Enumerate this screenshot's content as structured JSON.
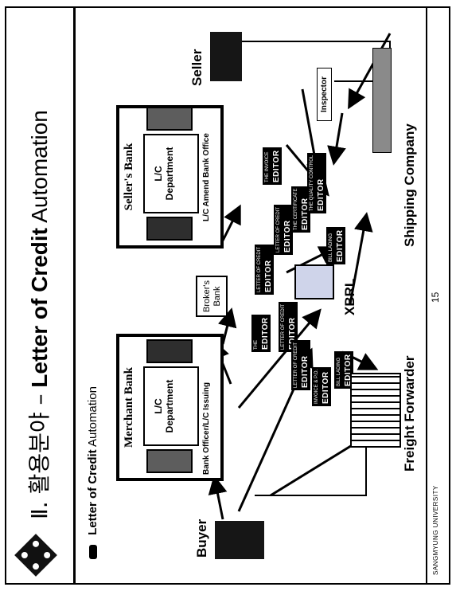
{
  "slide": {
    "title_prefix": "Ⅱ. 활용분야 –",
    "title_bold": "Letter of Credit",
    "title_light": "Automation",
    "subtitle_bold": "Letter of Credit",
    "subtitle_light": "Automation"
  },
  "diagram": {
    "merchant_bank": {
      "title": "Merchant Bank",
      "department": "L/C\nDepartment",
      "caption": "Bank Officer/L/C Issuing"
    },
    "sellers_bank": {
      "title": "Seller's Bank",
      "department": "L/C\nDepartment",
      "caption": "L/C Amend Bank Office"
    },
    "broker": "Broker's Bank",
    "xbrl": "XBRL",
    "buyer": "Buyer",
    "seller": "Seller",
    "inspector": "Inspector",
    "freight_forwarder": "Freight Forwarder",
    "shipping_company": "Shipping Company",
    "editors": [
      {
        "small": "THE",
        "name": "EDITOR"
      },
      {
        "small": "LETTER OF CREDIT",
        "name": "EDITOR"
      },
      {
        "small": "LETTER OF CREDIT",
        "name": "EDITOR"
      },
      {
        "small": "INVOICE & P.O.",
        "name": "EDITOR"
      },
      {
        "small": "BILL LADING",
        "name": "EDITOR"
      },
      {
        "small": "LETTER OF CREDIT",
        "name": "EDITOR"
      },
      {
        "small": "THE INVOICE",
        "name": "EDITOR"
      },
      {
        "small": "LETTER OF CREDIT",
        "name": "EDITOR"
      },
      {
        "small": "THE CERTIFICATE",
        "name": "EDITOR"
      },
      {
        "small": "THE QUALITY CONTROL",
        "name": "EDITOR"
      },
      {
        "small": "BILL LADING",
        "name": "EDITOR"
      }
    ]
  },
  "footer": {
    "university": "SANGMYUNG UNIVERSITY",
    "page": "15"
  }
}
